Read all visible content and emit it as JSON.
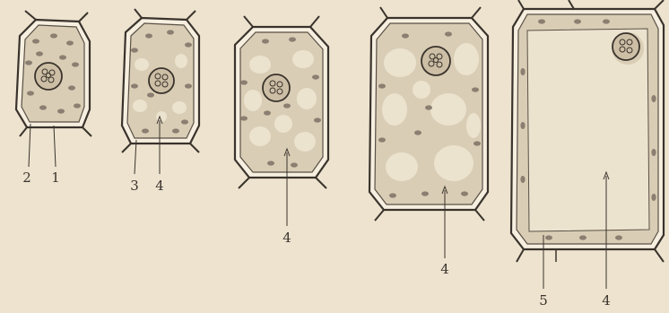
{
  "figure": {
    "colors": {
      "paper": "#ede3cf",
      "ink": "#3a332c",
      "wall": "#f6efe0",
      "cytoplasm": "#d9cdb5",
      "vacuole": "#ece3cf",
      "chloroplast": "#8a7f70"
    },
    "stages": [
      {
        "labels": [
          "2",
          "1"
        ]
      },
      {
        "labels": [
          "3",
          "4"
        ]
      },
      {
        "labels": [
          "4"
        ]
      },
      {
        "labels": [
          "4"
        ]
      },
      {
        "labels": [
          "5",
          "4"
        ]
      }
    ]
  }
}
